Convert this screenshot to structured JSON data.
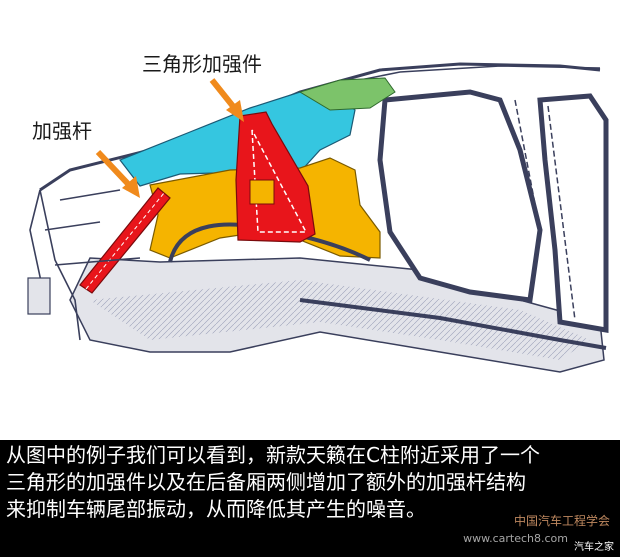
{
  "callouts": {
    "triangle_label": "三角形加强件",
    "rod_label": "加强杆"
  },
  "caption": {
    "line1": "从图中的例子我们可以看到，新款天籁在C柱附近采用了一个",
    "line2": "三角形的加强件以及在后备厢两侧增加了额外的加强杆结构",
    "line3": "来抑制车辆尾部振动，从而降低其产生的噪音。"
  },
  "watermark": {
    "site_cn": "中国汽车工程学会",
    "site_url": "www.cartech8.com",
    "brand": "汽车之家"
  },
  "colors": {
    "reinforcement_red": "#e8151b",
    "arrow_orange": "#f08a1c",
    "panel_yellow": "#f5b400",
    "panel_cyan": "#35c6e0",
    "panel_green": "#7cc36a",
    "frame_lines": "#3a3f5c",
    "caption_background": "#000000"
  }
}
